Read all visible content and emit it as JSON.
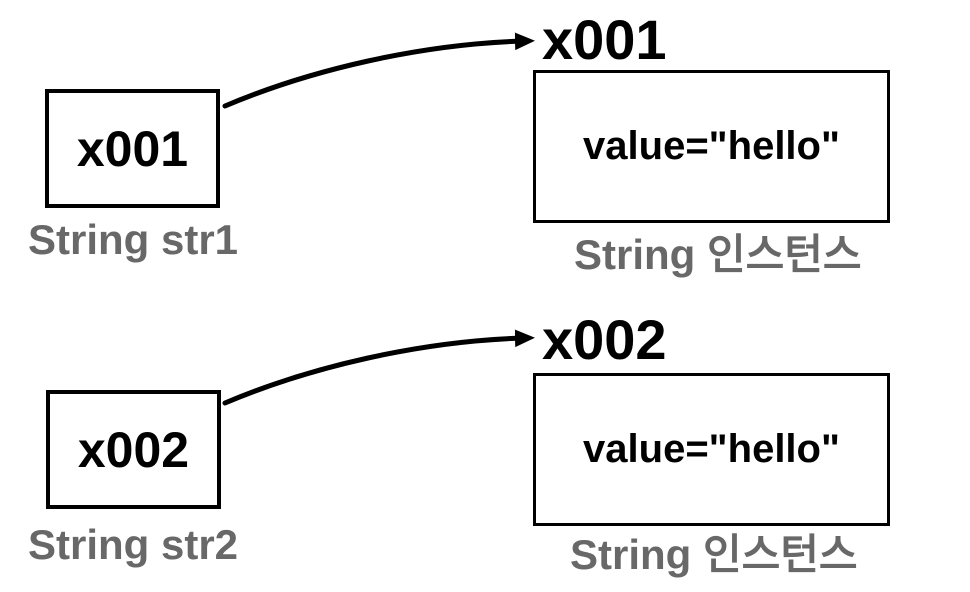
{
  "colors": {
    "background": "#ffffff",
    "ink": "#000000",
    "caption_gray": "#686868"
  },
  "rows": [
    {
      "ref_box": "x001",
      "ref_caption": "String str1",
      "pointer_label": "x001",
      "instance_value": "value=\"hello\"",
      "instance_caption": "String 인스턴스"
    },
    {
      "ref_box": "x002",
      "ref_caption": "String str2",
      "pointer_label": "x002",
      "instance_value": "value=\"hello\"",
      "instance_caption": "String 인스턴스"
    }
  ]
}
